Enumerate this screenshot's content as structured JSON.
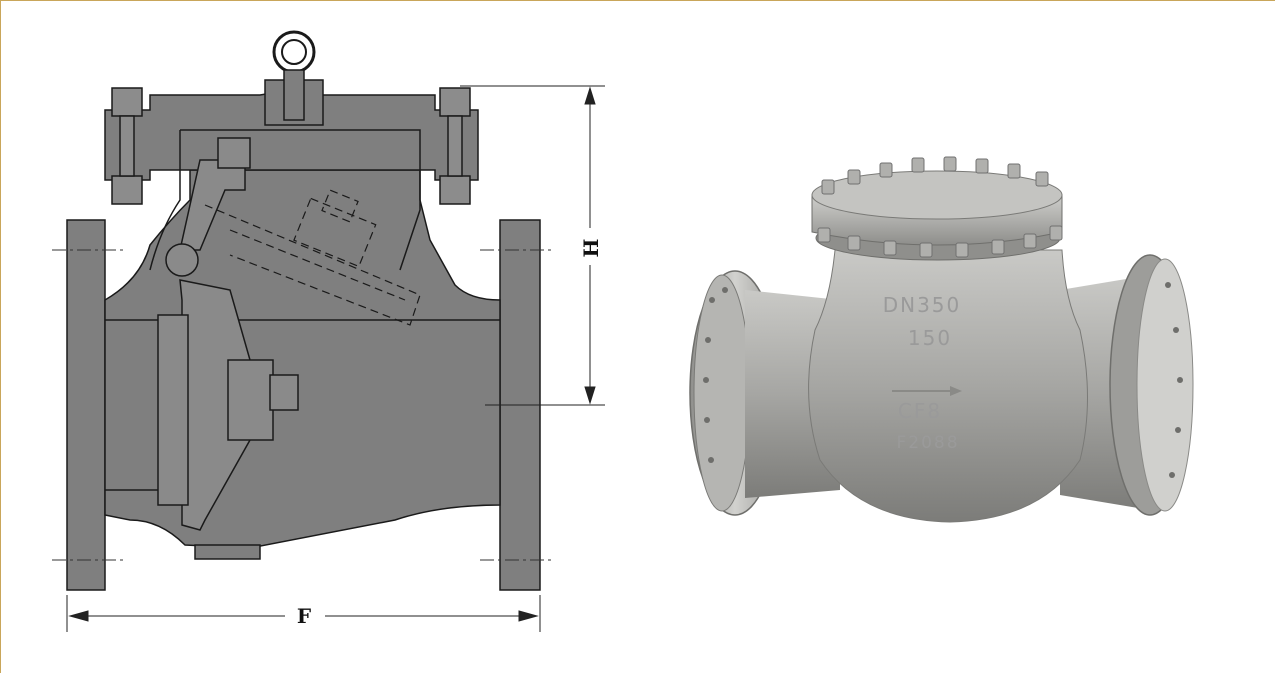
{
  "drawing": {
    "dimension_height_label": "H",
    "dimension_face_label": "F"
  },
  "photo": {
    "casting_size": "DN350",
    "casting_class": "150",
    "casting_material": "CF8",
    "casting_code": "F2088"
  },
  "colors": {
    "drawing_fill": "#7f7f7f",
    "drawing_stroke": "#1a1a1a",
    "valve_metal": "#a9a9a6",
    "frame_border": "#c9a65a"
  }
}
